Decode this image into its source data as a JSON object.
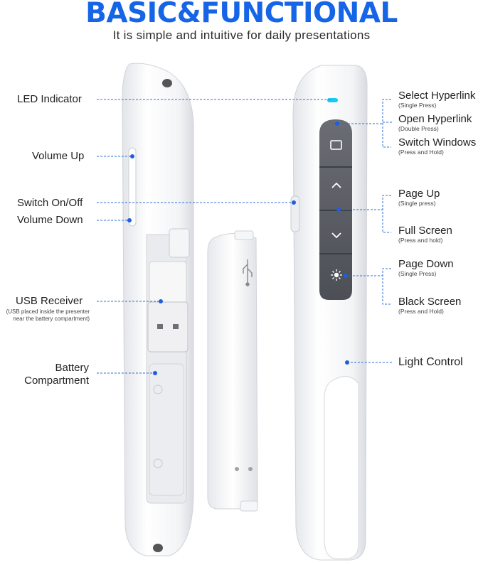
{
  "header": {
    "title": "BASIC&FUNCTIONAL",
    "subtitle": "It is simple and intuitive for daily presentations"
  },
  "colors": {
    "accent": "#1565e6",
    "button_panel": "#5a5d63",
    "led": "#19c9f5",
    "body_shell": "#f2f3f5"
  },
  "left_callouts": {
    "led": "LED Indicator",
    "volume_up": "Volume Up",
    "switch": "Switch On/Off",
    "volume_down": "Volume Down",
    "usb_receiver": "USB Receiver",
    "usb_note": "(USB placed inside the presenter near the battery compartment)",
    "battery_line1": "Battery",
    "battery_line2": "Compartment"
  },
  "right_callouts": {
    "select_hyperlink": {
      "label": "Select Hyperlink",
      "note": "(Single Press)"
    },
    "open_hyperlink": {
      "label": "Open Hyperlink",
      "note": "(Double Press)"
    },
    "switch_windows": {
      "label": "Switch Windows",
      "note": "(Press and Hold)"
    },
    "page_up": {
      "label": "Page Up",
      "note": "(Single press)"
    },
    "full_screen": {
      "label": "Full Screen",
      "note": "(Press and hold)"
    },
    "page_down": {
      "label": "Page Down",
      "note": "(Single Press)"
    },
    "black_screen": {
      "label": "Black Screen",
      "note": "(Press and Hold)"
    },
    "light_control": {
      "label": "Light Control"
    }
  },
  "icons": {
    "screen_button": "window-square-icon",
    "up_button": "chevron-up-icon",
    "down_button": "chevron-down-icon",
    "laser_button": "laser-sun-icon",
    "usb_logo": "usb-icon"
  }
}
